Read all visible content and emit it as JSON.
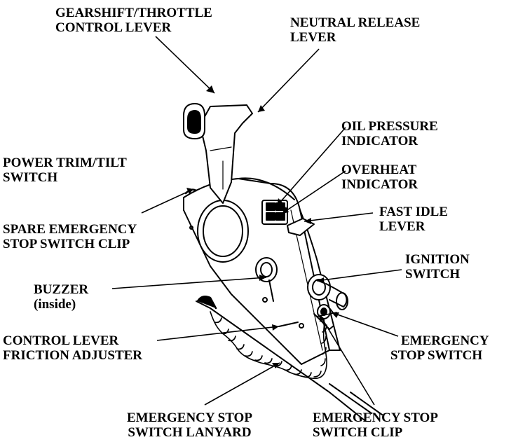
{
  "callouts": {
    "gearshift": {
      "line1": "GEARSHIFT/THROTTLE",
      "line2": "CONTROL LEVER"
    },
    "neutral": {
      "line1": "NEUTRAL RELEASE",
      "line2": "LEVER"
    },
    "oil": {
      "line1": "OIL PRESSURE",
      "line2": "INDICATOR"
    },
    "overheat": {
      "line1": "OVERHEAT",
      "line2": "INDICATOR"
    },
    "power_trim": {
      "line1": "POWER TRIM/TILT",
      "line2": "SWITCH"
    },
    "fast_idle": {
      "line1": "FAST IDLE",
      "line2": "LEVER"
    },
    "spare_clip": {
      "line1": "SPARE EMERGENCY",
      "line2": "STOP SWITCH CLIP"
    },
    "ignition": {
      "line1": "IGNITION",
      "line2": "SWITCH"
    },
    "buzzer": {
      "line1": "BUZZER",
      "line2": "(inside)"
    },
    "estop_switch": {
      "line1": "EMERGENCY",
      "line2": "STOP SWITCH"
    },
    "friction": {
      "line1": "CONTROL LEVER",
      "line2": "FRICTION ADJUSTER"
    },
    "lanyard": {
      "line1": "EMERGENCY STOP",
      "line2": "SWITCH LANYARD"
    },
    "estop_clip": {
      "line1": "EMERGENCY STOP",
      "line2": "SWITCH CLIP"
    }
  }
}
